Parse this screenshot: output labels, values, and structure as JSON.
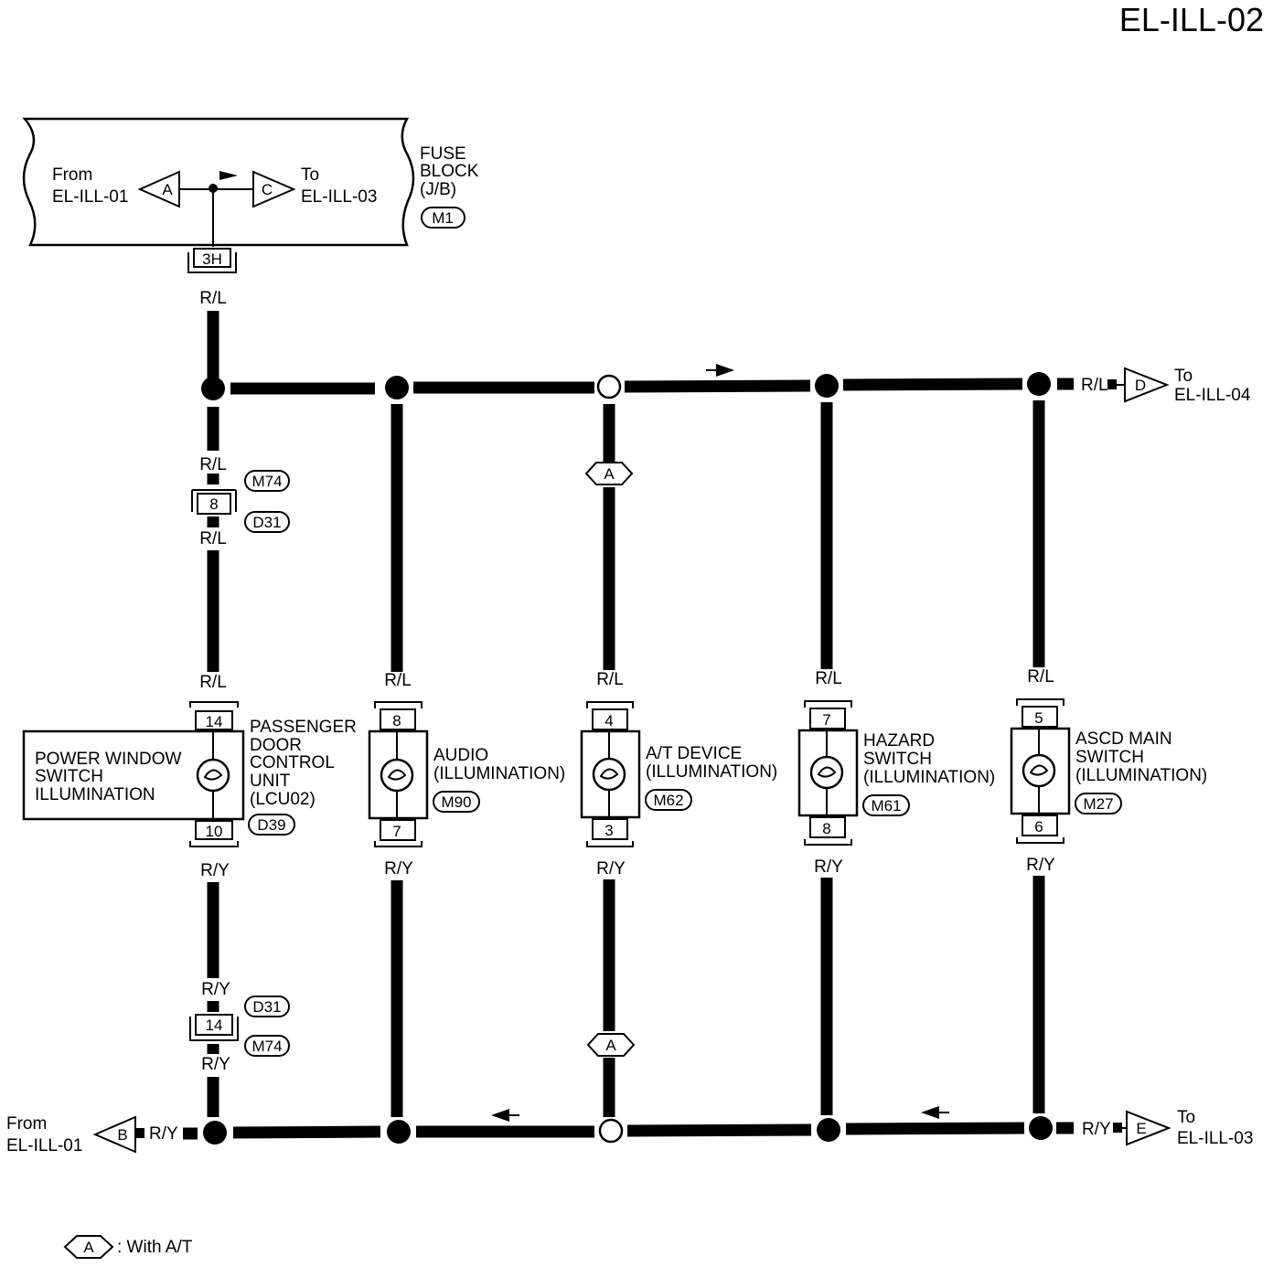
{
  "page_id": "EL-ILL-02",
  "fuse_block": {
    "title_lines": [
      "FUSE",
      "BLOCK",
      "(J/B)"
    ],
    "connector": "M1",
    "from_label_lines": [
      "From",
      "EL-ILL-01"
    ],
    "from_tag": "A",
    "to_tag": "C",
    "to_label_lines": [
      "To",
      "EL-ILL-03"
    ],
    "terminal": "3H"
  },
  "top_wire_color": "R/L",
  "bottom_wire_color": "R/Y",
  "top_exit": {
    "wire_color": "R/L",
    "tag": "D",
    "label_lines": [
      "To",
      "EL-ILL-04"
    ]
  },
  "bottom_exit": {
    "wire_color": "R/Y",
    "tag": "E",
    "label_lines": [
      "To",
      "EL-ILL-03"
    ]
  },
  "bottom_entry": {
    "wire_color": "R/Y",
    "tag": "B",
    "label_lines": [
      "From",
      "EL-ILL-01"
    ]
  },
  "upper_joint": {
    "wire_color_above": "R/L",
    "pin": "8",
    "wire_color_below": "R/L",
    "conn_top": "M74",
    "conn_bottom": "D31"
  },
  "lower_joint": {
    "wire_color_above": "R/Y",
    "pin": "14",
    "wire_color_below": "R/Y",
    "conn_top": "D31",
    "conn_bottom": "M74"
  },
  "components": [
    {
      "id": "pdcu",
      "wire_top": "R/L",
      "pin_top": "14",
      "pin_bottom": "10",
      "wire_bottom": "R/Y",
      "name_lines": [
        "PASSENGER",
        "DOOR",
        "CONTROL",
        "UNIT",
        "(LCU02)"
      ],
      "connector": "D39",
      "inner_label_lines": [
        "POWER WINDOW",
        "SWITCH",
        "ILLUMINATION"
      ]
    },
    {
      "id": "audio",
      "wire_top": "R/L",
      "pin_top": "8",
      "pin_bottom": "7",
      "wire_bottom": "R/Y",
      "name_lines": [
        "AUDIO",
        "(ILLUMINATION)"
      ],
      "connector": "M90"
    },
    {
      "id": "at_device",
      "wire_top": "R/L",
      "pin_top": "4",
      "pin_bottom": "3",
      "wire_bottom": "R/Y",
      "name_lines": [
        "A/T DEVICE",
        "(ILLUMINATION)"
      ],
      "connector": "M62",
      "option_tag": "A"
    },
    {
      "id": "hazard",
      "wire_top": "R/L",
      "pin_top": "7",
      "pin_bottom": "8",
      "wire_bottom": "R/Y",
      "name_lines": [
        "HAZARD",
        "SWITCH",
        "(ILLUMINATION)"
      ],
      "connector": "M61"
    },
    {
      "id": "ascd",
      "wire_top": "R/L",
      "pin_top": "5",
      "pin_bottom": "6",
      "wire_bottom": "R/Y",
      "name_lines": [
        "ASCD MAIN",
        "SWITCH",
        "(ILLUMINATION)"
      ],
      "connector": "M27"
    }
  ],
  "legend": {
    "tag": "A",
    "text": ": With A/T"
  }
}
